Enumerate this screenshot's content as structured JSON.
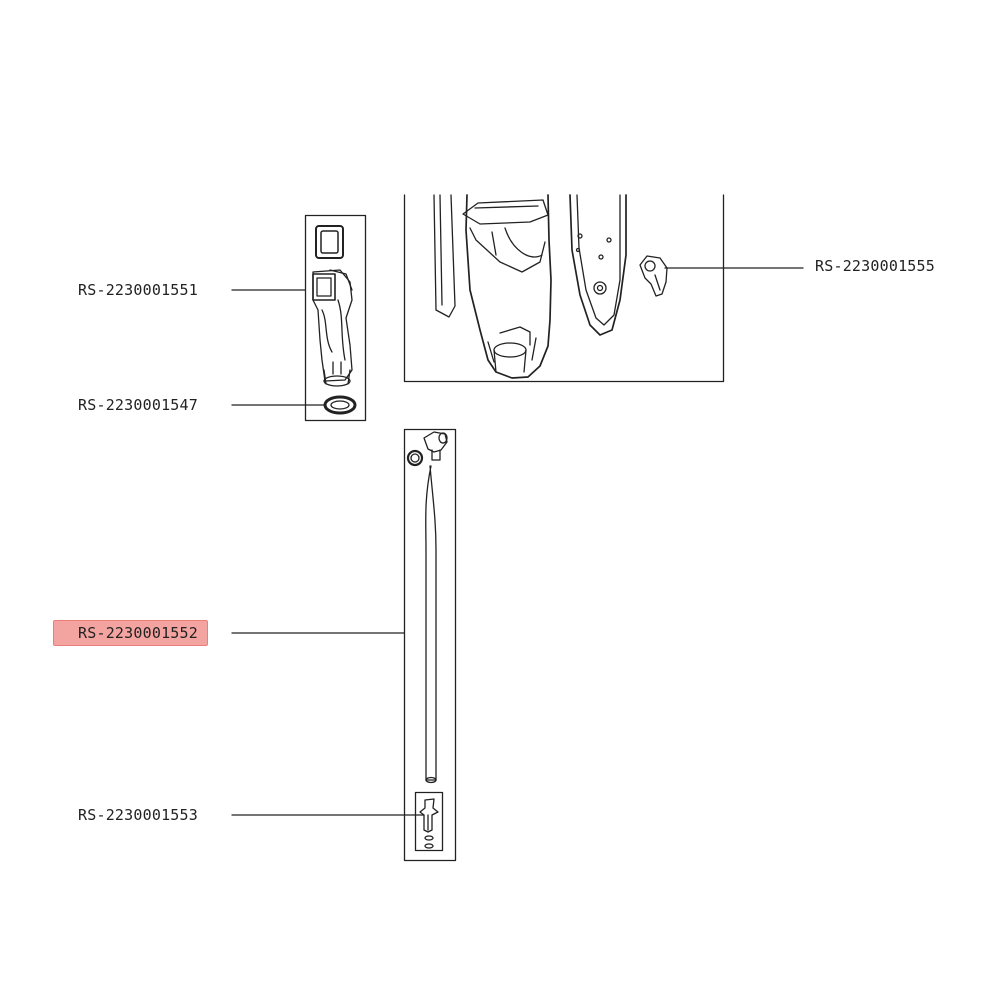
{
  "colors": {
    "line": "#222222",
    "highlight_fill": "#f4a4a0",
    "highlight_border": "#e87f7a"
  },
  "labels": {
    "p1551": "RS-2230001551",
    "p1547": "RS-2230001547",
    "p1552": "RS-2230001552",
    "p1553": "RS-2230001553",
    "p1555": "RS-2230001555"
  },
  "highlighted_part": "RS-2230001552"
}
